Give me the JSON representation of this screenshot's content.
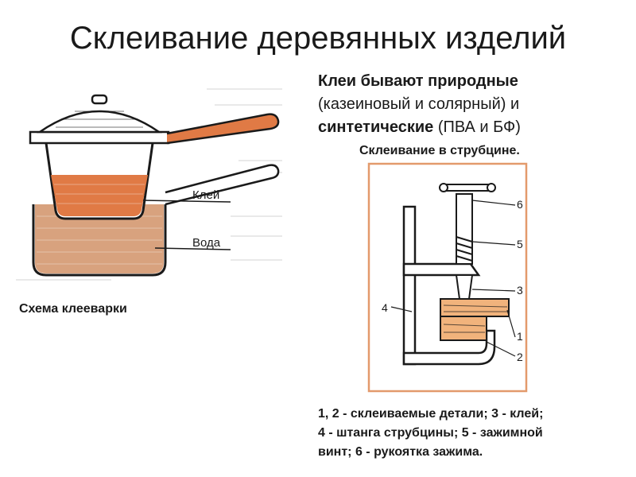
{
  "page": {
    "title": "Склеивание деревянных изделий"
  },
  "intro": {
    "line1_bold": "Клеи бывают природные",
    "line2": "(казеиновый и солярный) и",
    "line3_bold": "синтетические",
    "line3_rest": " (ПВА и БФ)"
  },
  "clamp_figure": {
    "caption": "Склеивание в струбцине.",
    "labels": [
      "1",
      "2",
      "3",
      "4",
      "5",
      "6"
    ]
  },
  "glue_pot_figure": {
    "caption": "Схема клееварки",
    "label_glue": "Клей",
    "label_water": "Вода"
  },
  "legend": {
    "line1": "1, 2 - склеиваемые детали; 3 - клей;",
    "line2": "4 - штанга струбцины; 5 - зажимной",
    "line3": "винт; 6 - рукоятка зажима."
  },
  "colors": {
    "glue": "#e07a45",
    "water": "#d8a27e",
    "wood": "#f1b37c",
    "ink": "#1a1a1a",
    "frame": "#e39a6c"
  }
}
